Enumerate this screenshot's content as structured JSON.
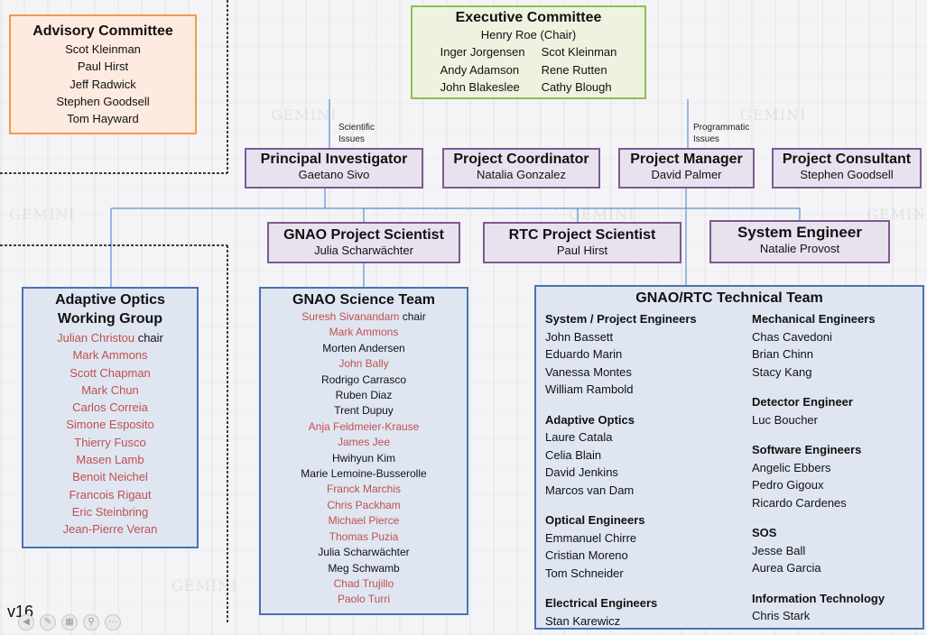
{
  "exec": {
    "title": "Executive Committee",
    "chair": "Henry Roe (Chair)",
    "left": [
      "Inger Jorgensen",
      "Andy Adamson",
      "John Blakeslee"
    ],
    "right": [
      "Scot Kleinman",
      "Rene Rutten",
      "Cathy Blough"
    ]
  },
  "advisory": {
    "title": "Advisory Committee",
    "members": [
      "Scot Kleinman",
      "Paul Hirst",
      "Jeff Radwick",
      "Stephen Goodsell",
      "Tom Hayward"
    ]
  },
  "notes": {
    "scientific": [
      "Scientific",
      "Issues"
    ],
    "programmatic": [
      "Programmatic",
      "Issues"
    ]
  },
  "pi": {
    "title": "Principal Investigator",
    "name": "Gaetano Sivo"
  },
  "coordinator": {
    "title": "Project Coordinator",
    "name": "Natalia Gonzalez"
  },
  "manager": {
    "title": "Project Manager",
    "name": "David Palmer"
  },
  "consultant": {
    "title": "Project Consultant",
    "name": "Stephen Goodsell"
  },
  "gnao_scientist": {
    "title": "GNAO Project Scientist",
    "name": "Julia Scharwächter"
  },
  "rtc_scientist": {
    "title": "RTC Project Scientist",
    "name": "Paul Hirst"
  },
  "sys_engineer": {
    "title": "System Engineer",
    "name": "Natalie Provost"
  },
  "aowg": {
    "title_lines": [
      "Adaptive Optics",
      "Working Group"
    ],
    "chair_name": "Julian Christou",
    "chair_suffix": " chair",
    "members": [
      "Mark Ammons",
      "Scott Chapman",
      "Mark Chun",
      "Carlos Correia",
      "Simone Esposito",
      "Thierry Fusco",
      "Masen Lamb",
      "Benoit Neichel",
      "Francois Rigaut",
      "Eric Steinbring",
      "Jean-Pierre Veran"
    ]
  },
  "science_team": {
    "title": "GNAO Science Team",
    "chair_name": "Suresh Sivanandam",
    "chair_suffix": " chair",
    "members": [
      {
        "name": "Mark Ammons",
        "red": true
      },
      {
        "name": "Morten Andersen",
        "red": false
      },
      {
        "name": "John Bally",
        "red": true
      },
      {
        "name": "Rodrigo Carrasco",
        "red": false
      },
      {
        "name": "Ruben Diaz",
        "red": false
      },
      {
        "name": "Trent Dupuy",
        "red": false
      },
      {
        "name": "Anja Feldmeier-Krause",
        "red": true
      },
      {
        "name": "James Jee",
        "red": true
      },
      {
        "name": "Hwihyun Kim",
        "red": false
      },
      {
        "name": "Marie Lemoine-Busserolle",
        "red": false
      },
      {
        "name": "Franck Marchis",
        "red": true
      },
      {
        "name": "Chris Packham",
        "red": true
      },
      {
        "name": "Michael Pierce",
        "red": true
      },
      {
        "name": "Thomas Puzia",
        "red": true
      },
      {
        "name": "Julia Scharwächter",
        "red": false
      },
      {
        "name": "Meg Schwamb",
        "red": false
      },
      {
        "name": "Chad Trujillo",
        "red": true
      },
      {
        "name": "Paolo Turri",
        "red": true
      }
    ]
  },
  "tech_team": {
    "title": "GNAO/RTC Technical Team",
    "left": [
      {
        "heading": "System / Project Engineers",
        "names": [
          "John Bassett",
          "Eduardo Marin",
          "Vanessa Montes",
          "William Rambold"
        ]
      },
      {
        "heading": "Adaptive Optics",
        "names": [
          "Laure Catala",
          "Celia Blain",
          "David Jenkins",
          "Marcos van Dam"
        ]
      },
      {
        "heading": "Optical Engineers",
        "names": [
          "Emmanuel Chirre",
          "Cristian Moreno",
          "Tom Schneider"
        ]
      },
      {
        "heading": "Electrical Engineers",
        "names": [
          "Stan Karewicz"
        ]
      }
    ],
    "right": [
      {
        "heading": "Mechanical Engineers",
        "names": [
          "Chas Cavedoni",
          "Brian Chinn",
          "Stacy Kang"
        ]
      },
      {
        "heading": "Detector Engineer",
        "names": [
          "Luc Boucher"
        ]
      },
      {
        "heading": "Software Engineers",
        "names": [
          "Angelic Ebbers",
          "Pedro Gigoux",
          "Ricardo Cardenes"
        ]
      },
      {
        "heading": "SOS",
        "names": [
          "Jesse Ball",
          "Aurea Garcia"
        ]
      },
      {
        "heading": "Information Technology",
        "names": [
          "Chris Stark"
        ]
      }
    ]
  },
  "version": "v16",
  "watermark": "GEMINI",
  "colors": {
    "red_name": "#c0504d",
    "purple_border": "#7b5a92",
    "blue_border": "#4a73b0",
    "green_border": "#8dbf52",
    "orange_border": "#f29a4a",
    "connector": "#5b8fd6"
  }
}
